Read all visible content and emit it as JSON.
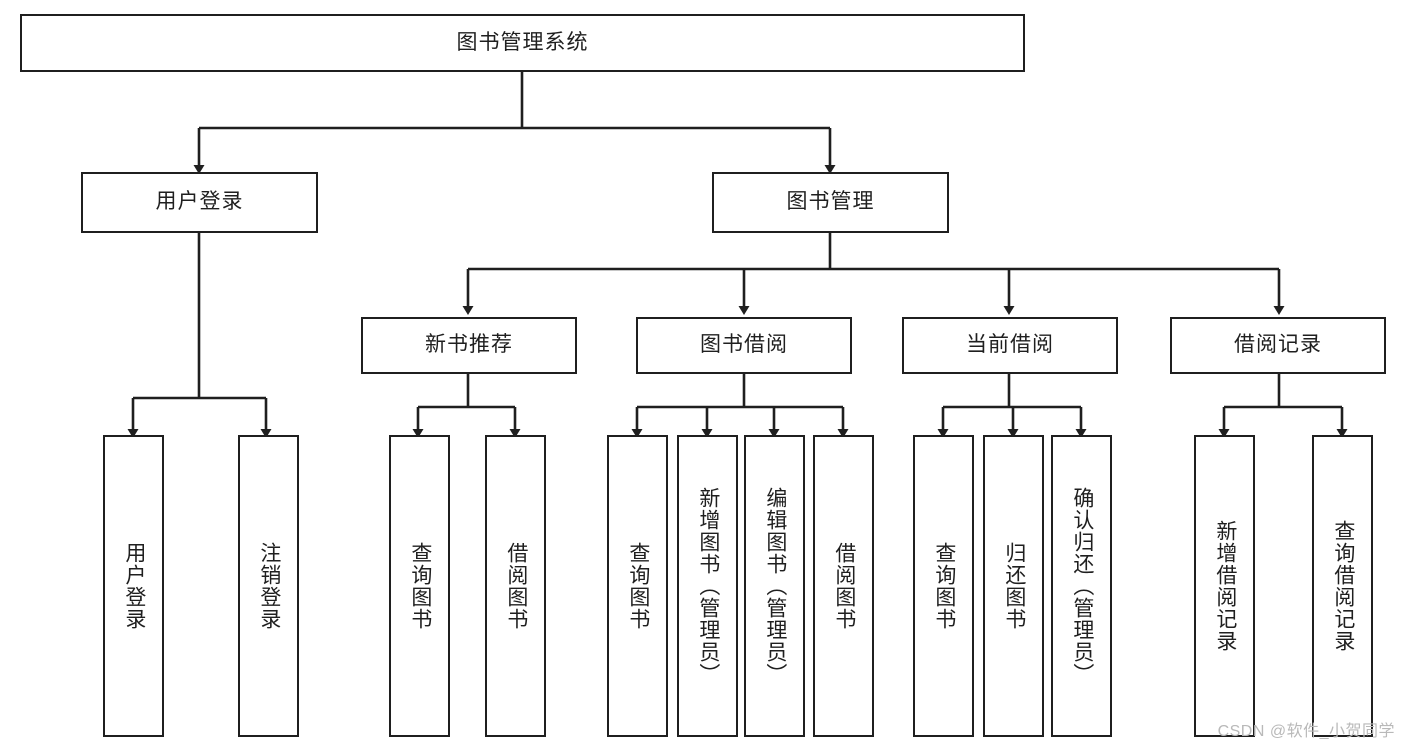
{
  "diagram": {
    "title": "图书管理系统",
    "type": "tree",
    "background": "#ffffff",
    "line_color": "#1f1f1f",
    "box_fill": "#ffffff"
  },
  "root": {
    "label": "图书管理系统"
  },
  "level2": [
    {
      "id": "user-login",
      "label": "用户登录"
    },
    {
      "id": "book-management",
      "label": "图书管理"
    }
  ],
  "level3": [
    {
      "id": "new-book-recommend",
      "label": "新书推荐",
      "parent": "book-management"
    },
    {
      "id": "book-borrow",
      "label": "图书借阅",
      "parent": "book-management"
    },
    {
      "id": "current-borrow",
      "label": "当前借阅",
      "parent": "book-management"
    },
    {
      "id": "borrow-record",
      "label": "借阅记录",
      "parent": "book-management"
    }
  ],
  "leaves": {
    "user_login": [
      {
        "id": "leaf-user-login",
        "label": "用户登录"
      },
      {
        "id": "leaf-logout-login",
        "label": "注销登录"
      }
    ],
    "new_book_recommend": [
      {
        "id": "leaf-query-book-1",
        "label": "查询图书"
      },
      {
        "id": "leaf-borrow-book-1",
        "label": "借阅图书"
      }
    ],
    "book_borrow": [
      {
        "id": "leaf-query-book-2",
        "label": "查询图书"
      },
      {
        "id": "leaf-add-book",
        "label": "新增图书（管理员）"
      },
      {
        "id": "leaf-edit-book",
        "label": "编辑图书（管理员）"
      },
      {
        "id": "leaf-borrow-book-2",
        "label": "借阅图书"
      }
    ],
    "current_borrow": [
      {
        "id": "leaf-query-book-3",
        "label": "查询图书"
      },
      {
        "id": "leaf-return-book",
        "label": "归还图书"
      },
      {
        "id": "leaf-confirm-return",
        "label": "确认归还（管理员）"
      }
    ],
    "borrow_record": [
      {
        "id": "leaf-add-record",
        "label": "新增借阅记录"
      },
      {
        "id": "leaf-query-record",
        "label": "查询借阅记录"
      }
    ]
  },
  "watermark": {
    "text": "CSDN @软件_小贺同学"
  }
}
